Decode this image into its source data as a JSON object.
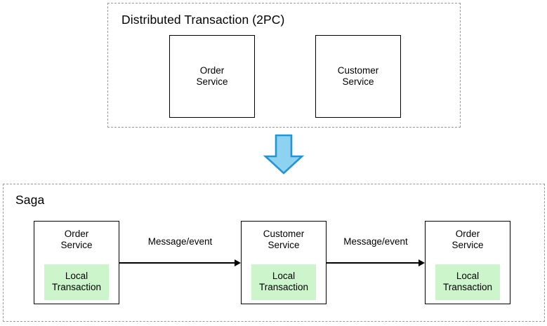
{
  "diagram": {
    "title_top": "Distributed Transaction (2PC)",
    "title_bottom": "Saga",
    "colors": {
      "group_border": "#9a9a9a",
      "box_border": "#000000",
      "local_transaction_fill": "#ccf5cc",
      "arrow_fill": "#8ed2f2",
      "arrow_stroke": "#2196d3",
      "background": "#ffffff",
      "text": "#000000"
    },
    "top_section": {
      "label": "Distributed Transaction (2PC)",
      "boxes": [
        {
          "name": "Order\nService"
        },
        {
          "name": "Customer\nService"
        }
      ]
    },
    "transition": {
      "icon": "down-arrow-icon"
    },
    "bottom_section": {
      "label": "Saga",
      "boxes": [
        {
          "name": "Order\nService",
          "local_transaction": "Local\nTransaction"
        },
        {
          "name": "Customer\nService",
          "local_transaction": "Local\nTransaction"
        },
        {
          "name": "Order\nService",
          "local_transaction": "Local\nTransaction"
        }
      ],
      "connectors": [
        {
          "label": "Message/event"
        },
        {
          "label": "Message/event"
        }
      ]
    }
  }
}
